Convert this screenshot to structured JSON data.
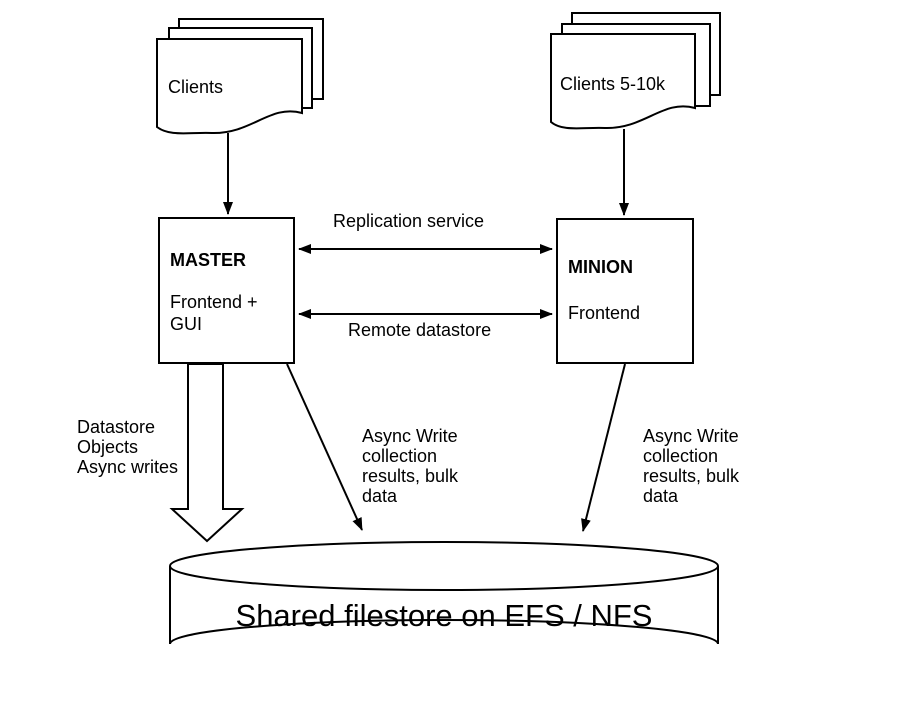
{
  "canvas": {
    "background": "#ffffff",
    "line_color": "#000000"
  },
  "nodes": {
    "clients_left": {
      "label": "Clients"
    },
    "clients_right": {
      "label": "Clients 5-10k"
    },
    "master": {
      "title": "MASTER",
      "subtitle": "Frontend +\nGUI"
    },
    "minion": {
      "title": "MINION",
      "subtitle": "Frontend"
    },
    "filestore": {
      "label": "Shared filestore on EFS / NFS"
    }
  },
  "edges": {
    "replication": {
      "label": "Replication service"
    },
    "remote_datastore": {
      "label": "Remote datastore"
    },
    "datastore_writes": {
      "label": "Datastore\nObjects\nAsync writes"
    },
    "async_write_master": {
      "label": "Async Write\ncollection\nresults, bulk\ndata"
    },
    "async_write_minion": {
      "label": "Async Write\ncollection\nresults, bulk\ndata"
    }
  }
}
